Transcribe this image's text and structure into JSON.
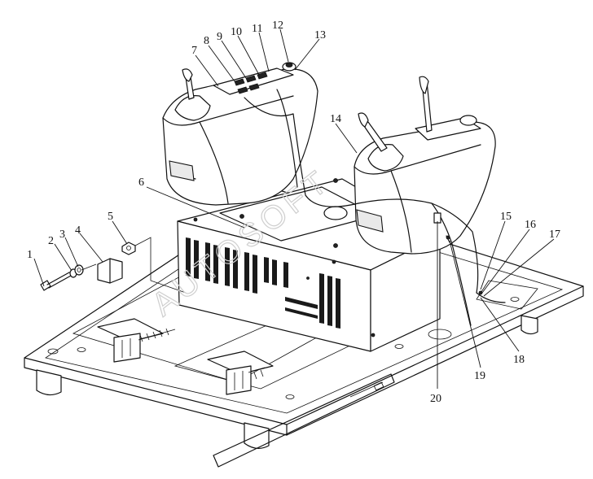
{
  "watermark": "AUTOSOFT",
  "parts": [
    {
      "id": "1",
      "label": "1"
    },
    {
      "id": "2",
      "label": "2"
    },
    {
      "id": "3",
      "label": "3"
    },
    {
      "id": "4",
      "label": "4"
    },
    {
      "id": "5",
      "label": "5"
    },
    {
      "id": "6",
      "label": "6"
    },
    {
      "id": "7",
      "label": "7"
    },
    {
      "id": "8",
      "label": "8"
    },
    {
      "id": "9",
      "label": "9"
    },
    {
      "id": "10",
      "label": "10"
    },
    {
      "id": "11",
      "label": "11"
    },
    {
      "id": "12",
      "label": "12"
    },
    {
      "id": "13",
      "label": "13"
    },
    {
      "id": "14",
      "label": "14"
    },
    {
      "id": "15",
      "label": "15"
    },
    {
      "id": "16",
      "label": "16"
    },
    {
      "id": "17",
      "label": "17"
    },
    {
      "id": "18",
      "label": "18"
    },
    {
      "id": "19",
      "label": "19"
    },
    {
      "id": "20",
      "label": "20"
    }
  ]
}
